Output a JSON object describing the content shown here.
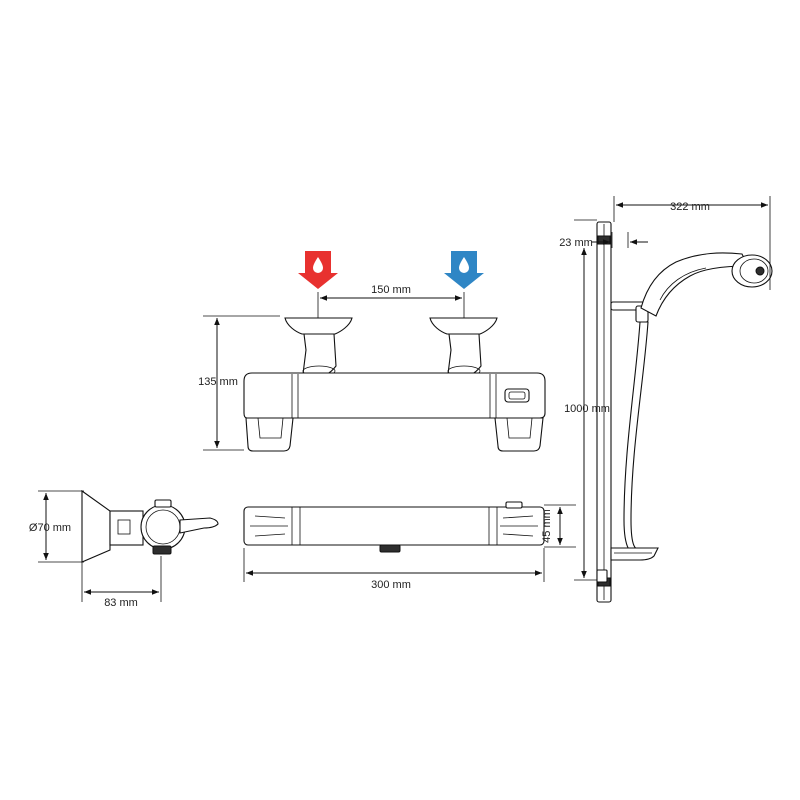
{
  "colors": {
    "hot": "#e8312f",
    "cold": "#2f86c5",
    "line": "#111111",
    "text": "#222222"
  },
  "icons": {
    "hot_inlet": "hot-water-drop-arrow-icon",
    "cold_inlet": "cold-water-drop-arrow-icon"
  },
  "dimensions": {
    "inlet_spacing": "150 mm",
    "mixer_height": "135 mm",
    "connector_diameter": "Ø70 mm",
    "side_depth": "83 mm",
    "body_length": "300 mm",
    "body_depth": "45 mm",
    "rail_height": "1000 mm",
    "rail_reach": "322 mm",
    "rail_width": "23 mm"
  }
}
